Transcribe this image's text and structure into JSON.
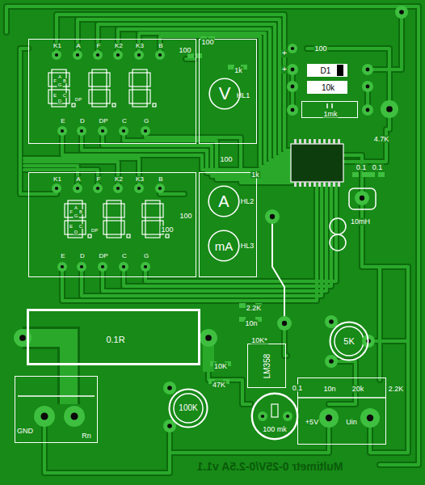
{
  "diagram": {
    "nodes": [
      {
        "text": [
          "K1",
          "A",
          "F",
          "K2",
          "K3",
          "B",
          "E",
          "D",
          "DP",
          "C",
          "G",
          "A",
          "F",
          "B",
          "G",
          "E",
          "C",
          "D",
          "DP"
        ]
      },
      {
        "text": [
          "HL1"
        ]
      },
      {
        "text": [
          "V"
        ],
        "in": 1
      },
      {
        "text": [
          "K1",
          "A",
          "F",
          "K2",
          "K3",
          "B",
          "E",
          "D",
          "DP",
          "C",
          "G",
          "A",
          "F",
          "B",
          "G",
          "E",
          "C",
          "D",
          "DP"
        ]
      },
      {
        "text": [
          "HL2",
          "HL3"
        ]
      },
      {
        "text": [
          "A"
        ],
        "in": 4
      },
      {
        "text": [
          "mA"
        ],
        "in": 4
      },
      {
        "text": [
          "D1"
        ]
      },
      {
        "text": [
          "10k"
        ]
      },
      {
        "text": [
          "1mk"
        ]
      },
      {
        "text": [
          "0.1R"
        ]
      },
      {
        "text": [
          "LM358"
        ]
      },
      {
        "text": [
          "100K"
        ]
      },
      {
        "text": [
          "5K"
        ]
      },
      {
        "text": [
          "100 mk"
        ]
      },
      {
        "text": [
          "GND",
          "Rn"
        ]
      },
      {
        "text": [
          "+5V",
          "Uin"
        ]
      }
    ],
    "labels": [
      "100",
      "100",
      "1k",
      "100",
      "1k",
      "100",
      "100",
      "100",
      "+",
      "+",
      "4.7K",
      "0.1",
      "0.1",
      "10mH",
      "2.2K",
      "10n",
      "10K*",
      "10K",
      "47K",
      "0.1",
      "10n",
      "20k",
      "2.2K",
      "Multimetr 0-25V/0-2.5A v1.1"
    ]
  }
}
